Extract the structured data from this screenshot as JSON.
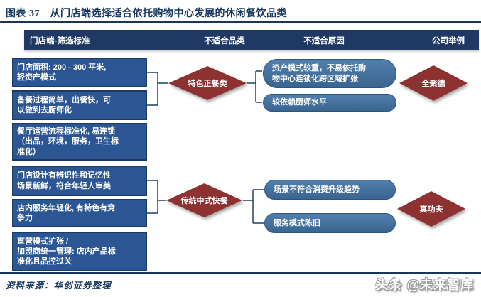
{
  "title": "图表 37　从门店端选择适合依托购物中心发展的休闲餐饮品类",
  "header": {
    "col1": "门店端-筛选标准",
    "col2": "不适合品类",
    "col3": "不适合原因",
    "col4": "公司举例"
  },
  "criteria": [
    "门店面积: 200 - 300 平米,\n轻资产模式",
    "备餐过程简单，出餐快，可\n以做到去厨师化",
    "餐厅运营流程标准化, 易连锁\n（出品，环境，服务，卫生标\n准化）",
    "门店设计有辨识性和记忆性\n场景新鲜，符合年轻人审美",
    "店内服务年轻化, 有特色有竞\n争力",
    "直营模式扩张 /\n加盟商统一管理: 店内产品标\n准化且品控过关"
  ],
  "groups": [
    {
      "category": "特色正餐类",
      "reasons": [
        "资产模式较重，不易依托购\n物中心连锁化跨区域扩张",
        "较依赖厨师水平"
      ],
      "company": "全聚德"
    },
    {
      "category": "传统中式快餐",
      "reasons": [
        "场景不符合消费升级趋势",
        "服务模式陈旧"
      ],
      "company": "真功夫"
    }
  ],
  "footer": {
    "source": "资料来源：华创证券整理",
    "watermark": "头条 @未来智库"
  },
  "colors": {
    "navy_header": "#1F3864",
    "box_blue": "#2B5693",
    "pill_blue": "#4273A3",
    "diamond_maroon": "#8E3231",
    "title_navy": "#17365D"
  }
}
